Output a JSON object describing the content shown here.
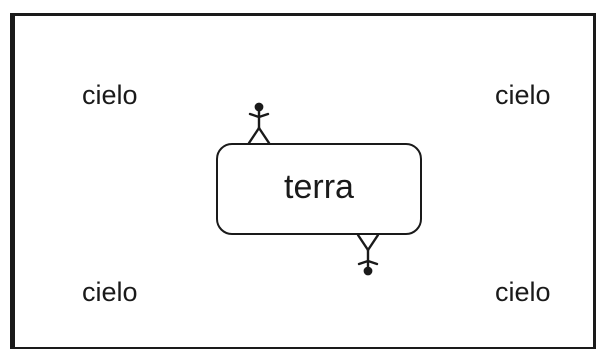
{
  "diagram": {
    "sky_labels": {
      "top_left": "cielo",
      "top_right": "cielo",
      "bottom_left": "cielo",
      "bottom_right": "cielo"
    },
    "earth_label": "terra",
    "figures": {
      "top": "person-standing-upright",
      "bottom": "person-standing-upside-down"
    },
    "colors": {
      "ink": "#1a1a1a",
      "background": "#ffffff"
    }
  }
}
